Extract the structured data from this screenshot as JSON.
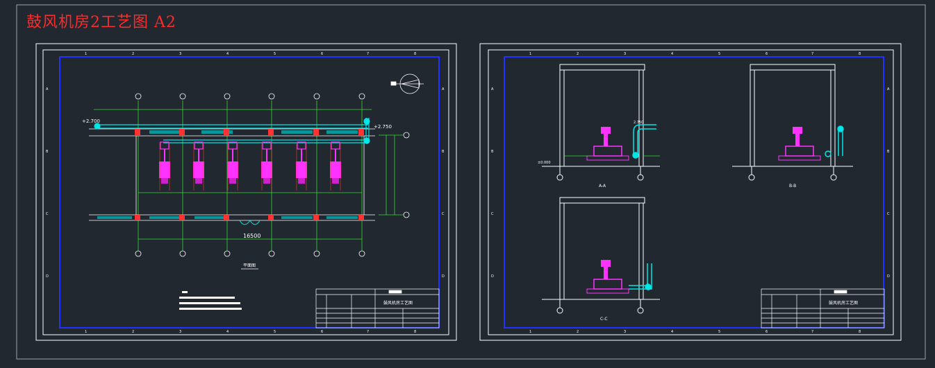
{
  "title": "鼓风机房2工艺图   A2",
  "sheet_left": {
    "col_numbers": [
      "1",
      "2",
      "3",
      "4",
      "5",
      "6",
      "7",
      "8"
    ],
    "row_letters": [
      "A",
      "B",
      "C",
      "D"
    ],
    "elev_left": "+2.700",
    "elev_right": "+2.750",
    "dim_total": "16500",
    "plan_label": "平面图",
    "title_block_name": "鼓风机房工艺图"
  },
  "sheet_right": {
    "col_numbers": [
      "1",
      "2",
      "3",
      "4",
      "5",
      "6",
      "7",
      "8"
    ],
    "row_letters": [
      "A",
      "B",
      "C",
      "D"
    ],
    "section_aa": "A-A",
    "section_bb": "B-B",
    "section_cc": "C-C",
    "elev_ground": "±0.000",
    "elev_top": "2.750",
    "title_block_name": "鼓风机房工艺图"
  },
  "colors": {
    "background": "#212830",
    "frame": "#ffffff",
    "inner_frame": "#2233ff",
    "pipe": "#00e5e5",
    "equipment": "#ff33ff",
    "grid": "#33dd33",
    "wall": "#ff3333",
    "title": "#ff2a2a"
  }
}
